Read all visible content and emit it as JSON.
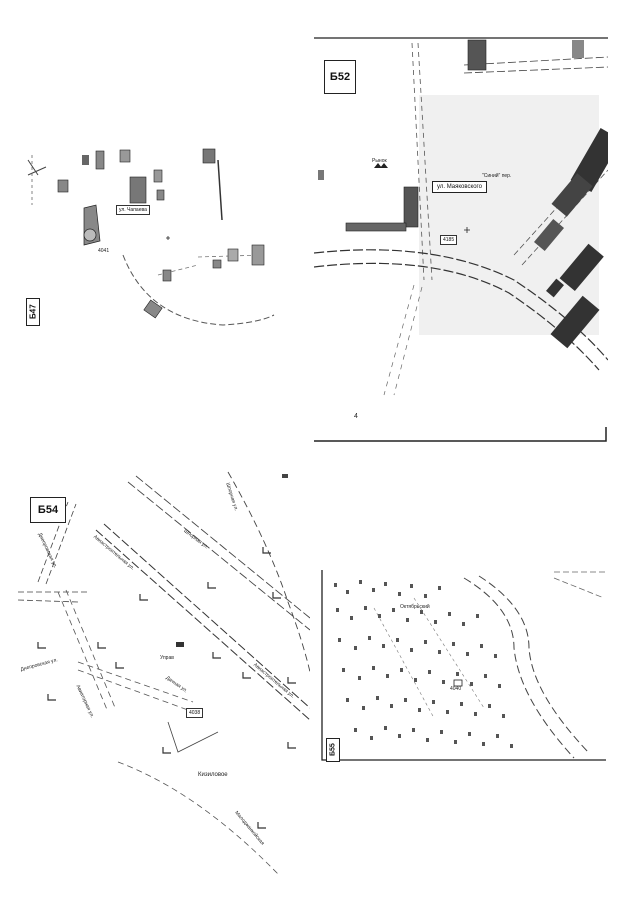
{
  "panels": {
    "b47": {
      "sheet_label": "Б47",
      "street_sign": "ул. Чапаева",
      "marker": "4041"
    },
    "b52": {
      "sheet_label": "Б52",
      "street_callout": "ул. Маяковского",
      "market_label": "Рынок",
      "park_label": "\"Синий\" пер.",
      "marker": "4185",
      "bottom_mark": "4"
    },
    "b54": {
      "sheet_label": "Б54",
      "village_label": "Кизиловое",
      "admin_label": "Управ",
      "marker": "4038",
      "streets": [
        "Шпорная ул.",
        "Шпорная ул.",
        "Авиастроительная ул.",
        "Авиастроительная ул.",
        "Днепровская ул.",
        "Днепровская ул.",
        "Авиаторная ул.",
        "Дачная ул.",
        "Малоджанкойская"
      ]
    },
    "b55": {
      "sheet_label": "Б55",
      "district_label": "Октябрьский",
      "marker": "4040"
    }
  }
}
